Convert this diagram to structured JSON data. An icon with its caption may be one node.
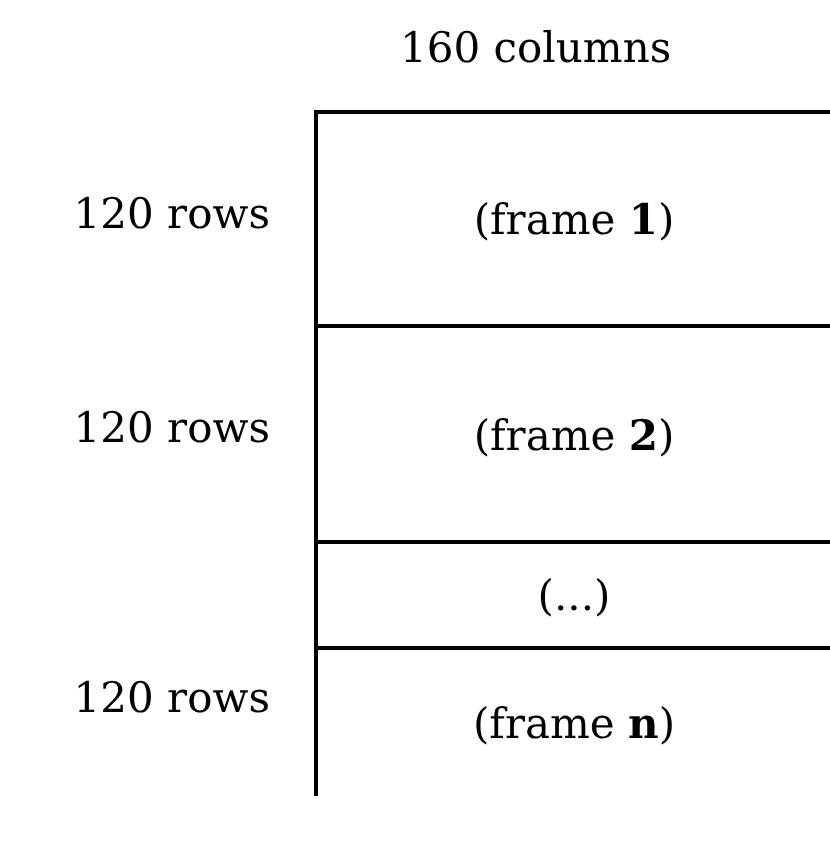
{
  "diagram": {
    "nodes": [
      {
        "text": [
          "(frame **1**)"
        ],
        "beside": [
          "120 rows"
        ]
      },
      {
        "text": [
          "(frame **2**)"
        ],
        "beside": [
          "120 rows"
        ]
      },
      {
        "text": [
          "(...)"
        ]
      },
      {
        "text": [
          "(frame **n**)"
        ],
        "beside": [
          "120 rows"
        ]
      }
    ],
    "edges": [],
    "labels": [
      "160 columns"
    ]
  }
}
